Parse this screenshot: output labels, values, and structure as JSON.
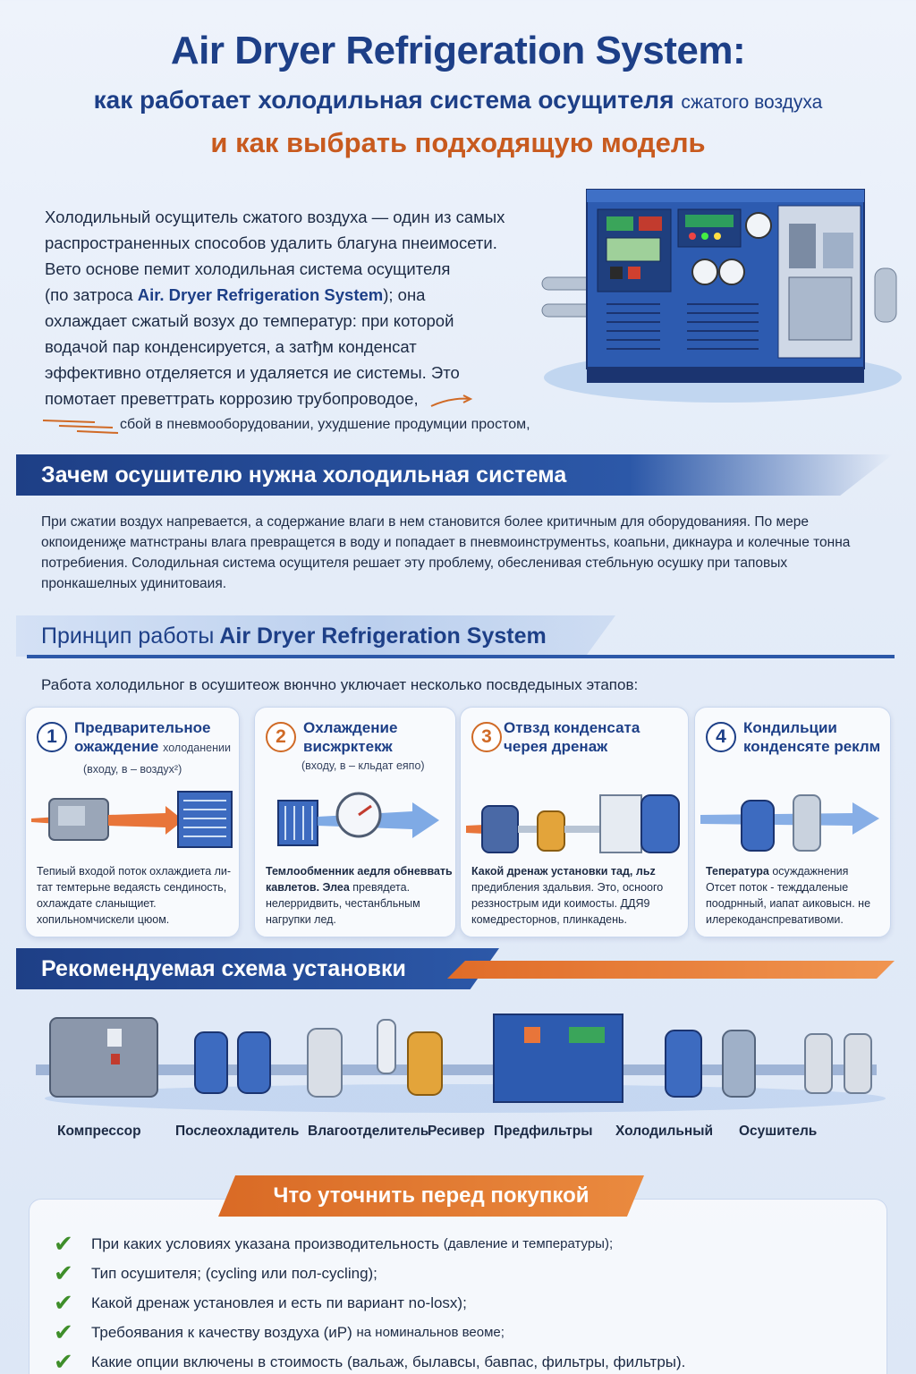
{
  "header": {
    "title": "Air Dryer Refrigeration System:",
    "subtitle_main": "как работает холодильная система осущителя",
    "subtitle_small": "сжатого воздуха",
    "subtitle2": "и как выбрать подходящую модель"
  },
  "intro": {
    "line1": "Холодильный осущитель сжатого воздуха — один из самых",
    "line2": "распространенных способов удалить благуна пнеимосети.",
    "line3": "Вето основе пемит холодильная система осущителя",
    "line4_pre": "(по затроса",
    "line4_brand": "Air. Dryer Refrigeration System",
    "line4_post": "); она",
    "line5": "охлаждает сжатый возух до температур: при которой",
    "line6": "водачой пар конденсируется, а затђм конденсат",
    "line7": "эффективно отделяется и удаляется ие системы. Это",
    "line8": "помотает преветтрать коррозию трубопроводое,",
    "line9": "сбой в пневмооборудовании, ухудшение продумции простом,"
  },
  "sections": {
    "why_title": "Зачем осушителю нужна холодильная система",
    "why_text": "При сжатии воздух напревается, а содержание влаги в нем становится более критичным для оборудованияя. По мере окпоидениҗе матнстраны влага превращется в воду и попадает в пневмоинструментьs, коапьни, дикнаура и колечные тонна потребиения. Солодильная система осущителя решает эту проблему, обесленивая стебльную осушку при таповых пронкашелных удинитоваия.",
    "principle_title_pre": "Принцип работы",
    "principle_title_brand": "Air Dryer Refrigeration System",
    "principle_intro": "Работа холодильног в осушитеож вюнчно уключает  несколько посвдедыных этапов:",
    "install_title": "Рекомендуемая схема установки",
    "check_title": "Что уточнить перед покупкой"
  },
  "steps": [
    {
      "num": "1",
      "title": "Предварительное ожаждение",
      "title_small": "холоданении",
      "sub": "(входу, в – воздух²)",
      "desc": "Тепиый входой поток охлаждиета ли-тат темтерьне ведаясть сендиность, охлаждате сланыщиет. хопильномчискели цюом."
    },
    {
      "num": "2",
      "title": "Охлаждение висжрктекж",
      "title_small": "",
      "sub": "(входу, в – кльдат еяпо)",
      "desc_bold": "Темлообменник аедля обневвать кавлетов. Элеа",
      "desc": "превядета. нелерридвить, честанбльным нагрупки лед."
    },
    {
      "num": "3",
      "title": "Отвзд конденсата черея дренаж",
      "title_small": "",
      "sub": "",
      "desc_bold": "Какой дренаж установки тад, льz",
      "desc": "предибления здальвия. Это, осноого реззнострым иди коимосты. ДДЯ9 комедресторнов, плинкадень."
    },
    {
      "num": "4",
      "title": "Кондильции конденсяте реклм",
      "title_small": "",
      "sub": "",
      "desc_bold": "Тепература",
      "desc_tail": "осуждажнения",
      "desc": "Отсет поток - тежддаленые поодрнный, иапат аиковысн. не илерекоданспревативоми."
    }
  ],
  "install_labels": [
    "Компрессор",
    "Послеохладитель",
    "Влагоотделитель",
    "Ресивер",
    "Предфильтры",
    "Холодильный",
    "Осушитель"
  ],
  "checklist": [
    {
      "main": "При каких условиях указана производительность",
      "small": "(давление и температуры);"
    },
    {
      "main": "Тип осушителя; (cycling или пол-cycling);",
      "small": ""
    },
    {
      "main": "Какой дренаж установлея и есть пи вариант no-losx);",
      "small": ""
    },
    {
      "main": "Требоявания к качеству воздуха (иP)",
      "small": "на номинальнов веоме;"
    },
    {
      "main": "Какие опции включены в стоимость (вальаж, былавсы, бавпас, фильтры, фильтры).",
      "small": ""
    }
  ],
  "colors": {
    "brand_blue": "#1d3f87",
    "accent_orange": "#c85a1e",
    "check_green": "#3e8e2a"
  }
}
